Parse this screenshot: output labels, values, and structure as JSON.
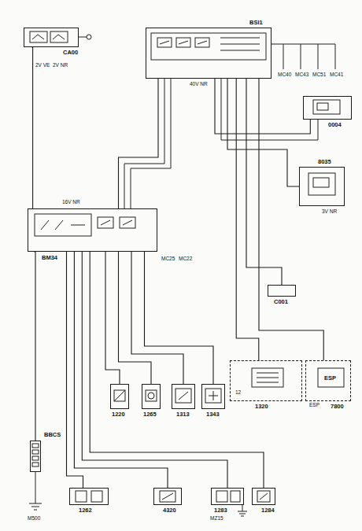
{
  "diagram": {
    "nodes": [
      {
        "text": [
          "CA00"
        ]
      },
      {
        "text": [
          "BSI1"
        ]
      },
      {
        "text": [
          "0004"
        ]
      },
      {
        "text": [
          "8035"
        ]
      },
      {
        "text": [
          "BM34"
        ]
      },
      {
        "text": [
          "C001"
        ]
      },
      {
        "text": [
          "1220"
        ]
      },
      {
        "text": [
          "1265"
        ]
      },
      {
        "text": [
          "1313"
        ]
      },
      {
        "text": [
          "1343"
        ]
      },
      {
        "text": [
          "1320"
        ]
      },
      {
        "text": [
          "7800",
          "ESP"
        ]
      },
      {
        "text": [
          "BBCS"
        ]
      },
      {
        "text": [
          "1262"
        ]
      },
      {
        "text": [
          "4320"
        ]
      },
      {
        "text": [
          "1283"
        ]
      },
      {
        "text": [
          "1284"
        ]
      }
    ],
    "edges": [
      {
        "from": 0,
        "to": 4,
        "arrow": "none"
      },
      {
        "from": 1,
        "to": 4,
        "arrow": "none"
      },
      {
        "from": 1,
        "to": 2,
        "arrow": "none"
      },
      {
        "from": 1,
        "to": 3,
        "arrow": "none"
      },
      {
        "from": 1,
        "to": 5,
        "arrow": "none"
      },
      {
        "from": 1,
        "to": 10,
        "arrow": "none"
      },
      {
        "from": 1,
        "to": 11,
        "arrow": "none"
      },
      {
        "from": 4,
        "to": 6,
        "arrow": "none"
      },
      {
        "from": 4,
        "to": 7,
        "arrow": "none"
      },
      {
        "from": 4,
        "to": 8,
        "arrow": "none"
      },
      {
        "from": 4,
        "to": 9,
        "arrow": "none"
      },
      {
        "from": 4,
        "to": 13,
        "arrow": "none"
      },
      {
        "from": 4,
        "to": 14,
        "arrow": "none"
      },
      {
        "from": 4,
        "to": 15,
        "arrow": "none"
      },
      {
        "from": 4,
        "to": 16,
        "arrow": "none"
      },
      {
        "from": 4,
        "to": 12,
        "arrow": "none"
      }
    ],
    "labels": [
      "MC40",
      "MC43",
      "MC51",
      "MC41",
      "MC25",
      "MC22",
      "M500",
      "MZ15",
      "12",
      "ESP",
      "2V VE",
      "2V NR",
      "16V NR",
      "40V NR",
      "3V NR"
    ]
  }
}
